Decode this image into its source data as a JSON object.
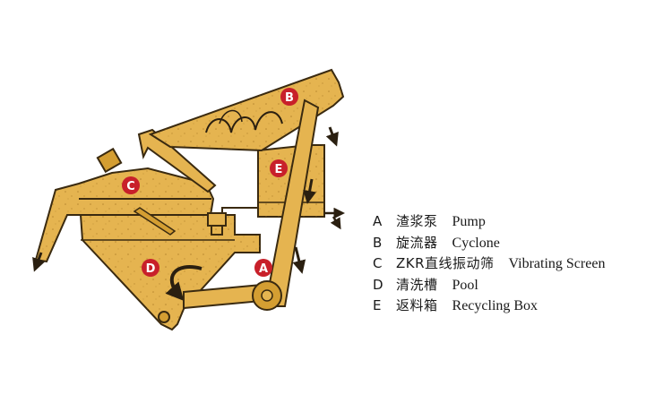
{
  "colors": {
    "body": "#e5b450",
    "body_dark": "#d49e32",
    "outline": "#3a2a10",
    "marker": "#c8202a",
    "arrow": "#2a1f10",
    "text": "#1a1a1a"
  },
  "markers": [
    {
      "letter": "A"
    },
    {
      "letter": "B"
    },
    {
      "letter": "C"
    },
    {
      "letter": "D"
    },
    {
      "letter": "E"
    }
  ],
  "legend": [
    {
      "letter": "A",
      "cn": "渣浆泵",
      "en": "Pump"
    },
    {
      "letter": "B",
      "cn": "旋流器",
      "en": "Cyclone"
    },
    {
      "letter": "C",
      "cn": "ZKR直线振动筛",
      "en": "Vibrating Screen"
    },
    {
      "letter": "D",
      "cn": "清洗槽",
      "en": "Pool"
    },
    {
      "letter": "E",
      "cn": "返料箱",
      "en": "Recycling Box"
    }
  ]
}
